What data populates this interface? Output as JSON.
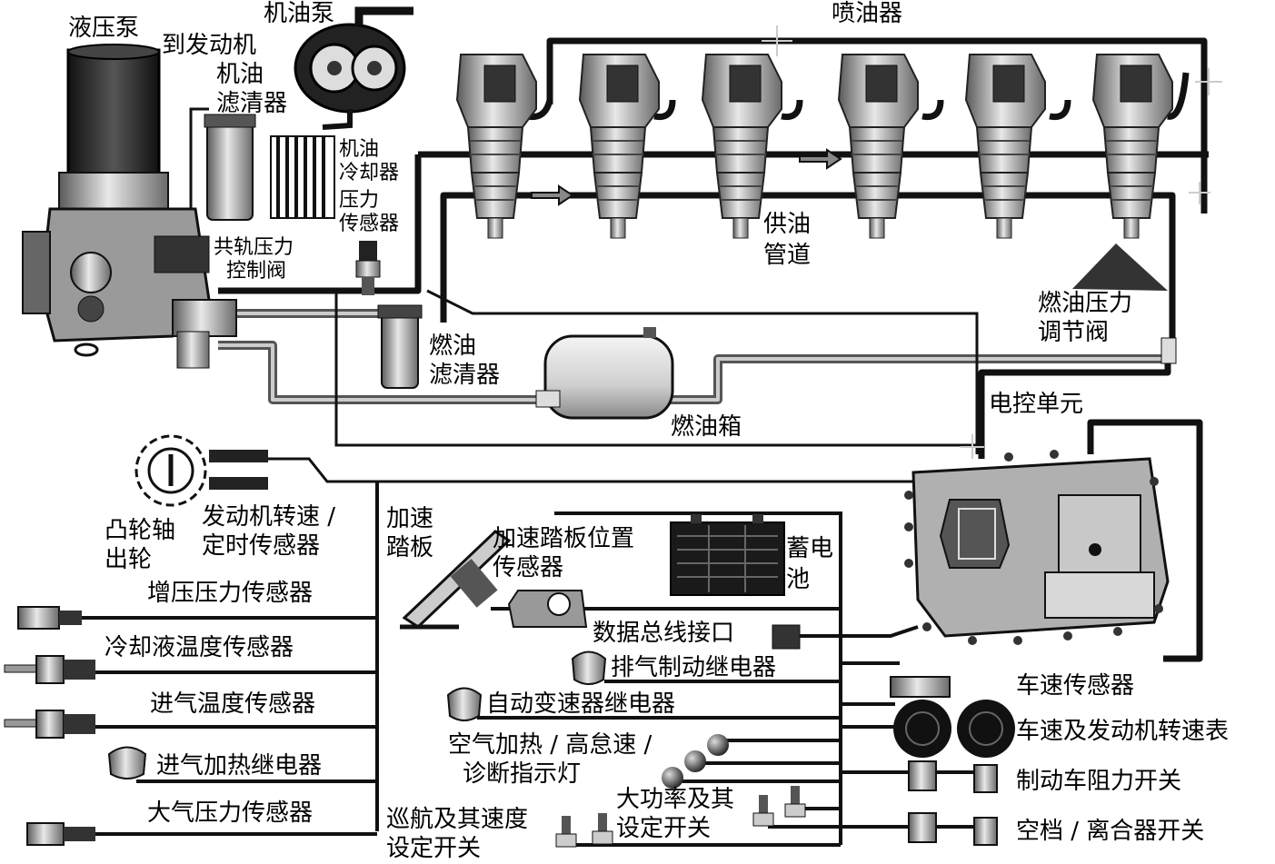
{
  "labels": {
    "hydraulic_pump": "液压泵",
    "to_engine_oil_filter": [
      "到发动机",
      "机油",
      "滤清器"
    ],
    "oil_pump": "机油泵",
    "injectors": "喷油器",
    "oil_cooler": [
      "机油",
      "冷却器"
    ],
    "pressure_sensor": [
      "压力",
      "传感器"
    ],
    "rail_pressure_valve": [
      "共轨压力",
      "控制阀"
    ],
    "supply_line": [
      "供油",
      "管道"
    ],
    "fuel_pressure_regulator": [
      "燃油压力",
      "调节阀"
    ],
    "fuel_filter": [
      "燃油",
      "滤清器"
    ],
    "fuel_tank": "燃油箱",
    "ecu": "电控单元",
    "camshaft_gear": [
      "凸轮轴",
      "出轮"
    ],
    "engine_speed_sensor": [
      "发动机转速 /",
      "定时传感器"
    ],
    "accelerator_pedal": [
      "加速",
      "踏板"
    ],
    "pedal_position_sensor": [
      "加速踏板位置",
      "传感器"
    ],
    "battery": [
      "蓄电",
      "池"
    ],
    "boost_pressure_sensor": "增压压力传感器",
    "coolant_temp_sensor": "冷却液温度传感器",
    "intake_temp_sensor": "进气温度传感器",
    "intake_heater_relay": "进气加热继电器",
    "atmos_pressure_sensor": "大气压力传感器",
    "data_bus_port": "数据总线接口",
    "exhaust_brake_relay": "排气制动继电器",
    "auto_trans_relay": "自动变速器继电器",
    "indicator_lamps": [
      "空气加热 / 高怠速 /",
      "诊断指示灯"
    ],
    "cruise_switch": [
      "巡航及其速度",
      "设定开关"
    ],
    "power_switch": [
      "大功率及其",
      "设定开关"
    ],
    "vehicle_speed_sensor": "车速传感器",
    "speedometer_tach": "车速及发动机转速表",
    "brake_switch": "制动车阻力开关",
    "neutral_clutch_switch": "空档 / 离合器开关"
  }
}
